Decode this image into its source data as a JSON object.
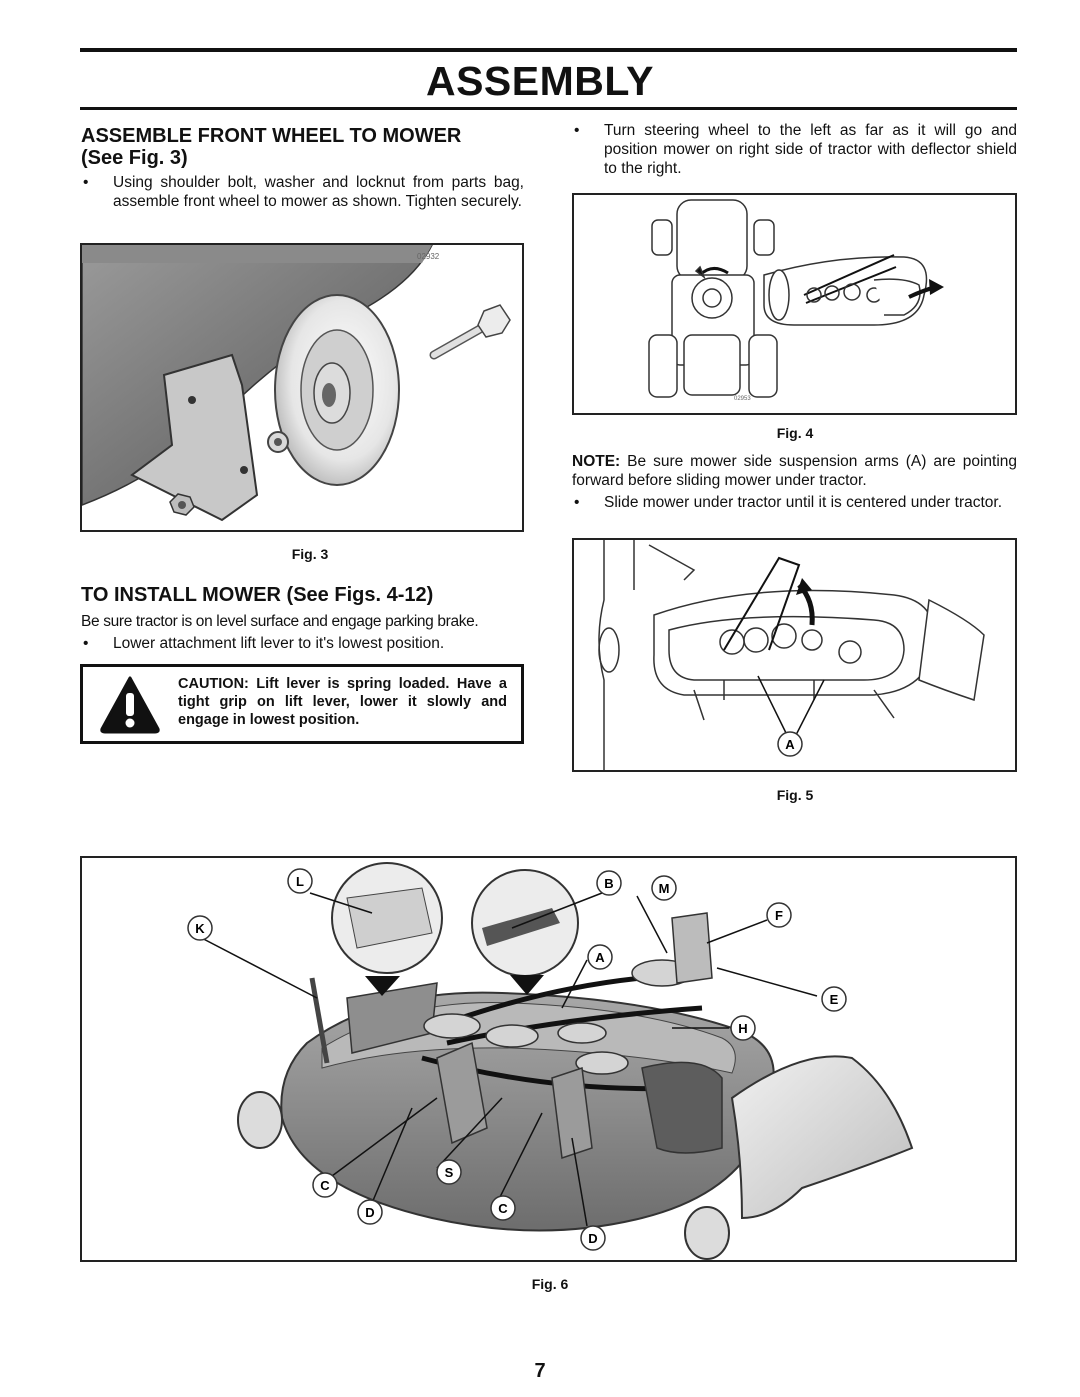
{
  "header": {
    "title": "ASSEMBLY"
  },
  "left": {
    "section1": {
      "heading_line1": "ASSEMBLE FRONT WHEEL TO MOWER",
      "heading_line2": "(See Fig. 3)",
      "bullet": "Using shoulder bolt, washer and locknut from parts bag, assemble front wheel to mower as shown. Tighten securely."
    },
    "fig3": {
      "caption": "Fig. 3",
      "part_number": "02932"
    },
    "section2": {
      "heading": "TO INSTALL MOWER (See Figs. 4-12)",
      "intro": "Be sure tractor is on level surface and engage parking brake.",
      "bullet": "Lower attachment lift lever to it's lowest position."
    },
    "caution": {
      "text": "CAUTION: Lift lever is spring loaded. Have a tight grip on lift lever, lower it slowly and engage in lowest position."
    }
  },
  "right": {
    "bullet1": "Turn steering wheel to the left as far as it will go and position mower on right side of tractor with deflector shield to the right.",
    "fig4": {
      "caption": "Fig. 4",
      "part_number": "02953"
    },
    "note_label": "NOTE:",
    "note_text": " Be sure mower side suspension arms (A) are pointing forward before sliding mower under tractor.",
    "bullet2": "Slide mower under tractor until it is centered under tractor.",
    "fig5": {
      "caption": "Fig. 5",
      "callout": "A"
    }
  },
  "fig6": {
    "caption": "Fig. 6",
    "callouts": {
      "L": "L",
      "K": "K",
      "B": "B",
      "M": "M",
      "F": "F",
      "A": "A",
      "E": "E",
      "H": "H",
      "C1": "C",
      "S": "S",
      "D1": "D",
      "C2": "C",
      "D2": "D"
    }
  },
  "footer": {
    "page_number": "7"
  }
}
